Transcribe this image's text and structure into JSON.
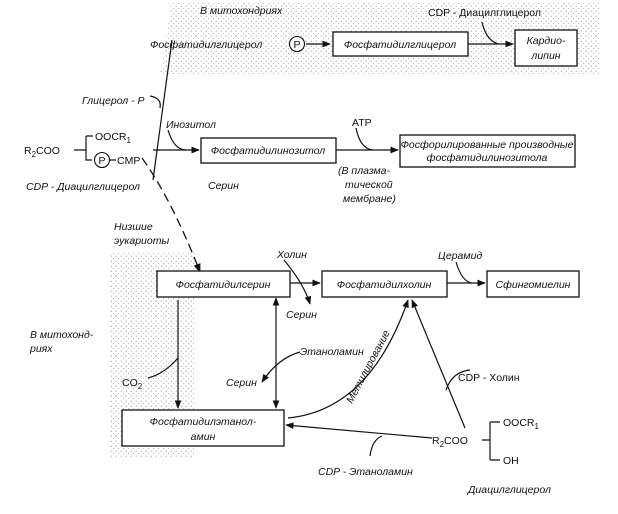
{
  "colors": {
    "ink": "#111111",
    "stipple": "#8a8a8a",
    "background": "#ffffff"
  },
  "regions": {
    "mito_top": "В митохондриях",
    "mito_left_1": "В митохонд-",
    "mito_left_2": "риях",
    "lower_euk_1": "Низшие",
    "lower_euk_2": "эукариоты"
  },
  "boxes": {
    "pg": "Фосфатидилглицерол",
    "card_1": "Кардио-",
    "card_2": "липин",
    "pi": "Фосфатидилинозитол",
    "ppi_1": "Фосфорилированные производные",
    "ppi_2": "фосфатидилинозитола",
    "ps": "Фосфатидилсерин",
    "pc": "Фосфатидилхолин",
    "sm": "Сфингомиелин",
    "pe_1": "Фосфатидилэтанол-",
    "pe_2": "амин"
  },
  "labels": {
    "pgp": "Фосфатидилглицерол",
    "p": "P",
    "cdp_dag_top": "CDP - Диацилглицерол",
    "glycerol_p": "Глицерол - P",
    "inositol": "Инозитол",
    "atp": "ATP",
    "membrane_1": "(В плазма-",
    "membrane_2": "тической",
    "membrane_3": "мембране)",
    "serine_dash": "Серин",
    "cholin": "Холин",
    "serine_out": "Серин",
    "ceramide": "Церамид",
    "ethanolamine": "Этаноламин",
    "serine_in": "Серин",
    "co2": "CO",
    "co2_sub": "2",
    "methylation": "Метилирование",
    "cdp_choline": "CDP - Холин",
    "cdp_ethanolamine": "CDP - Этаноламин",
    "diacylglycerol": "Диацилглицерол",
    "cdp_dag_left": "CDP - Диацилглицерол"
  },
  "formulas": {
    "cdp_dag": {
      "r2coo": "R",
      "r2coo_sub": "2",
      "r2coo_rest": "COO",
      "oocr1": "OOCR",
      "oocr1_sub": "1",
      "p": "P",
      "cmp": "CMP"
    },
    "dag": {
      "r2coo": "R",
      "r2coo_sub": "2",
      "r2coo_rest": "COO",
      "oocr1": "OOCR",
      "oocr1_sub": "1",
      "oh": "OH"
    }
  }
}
